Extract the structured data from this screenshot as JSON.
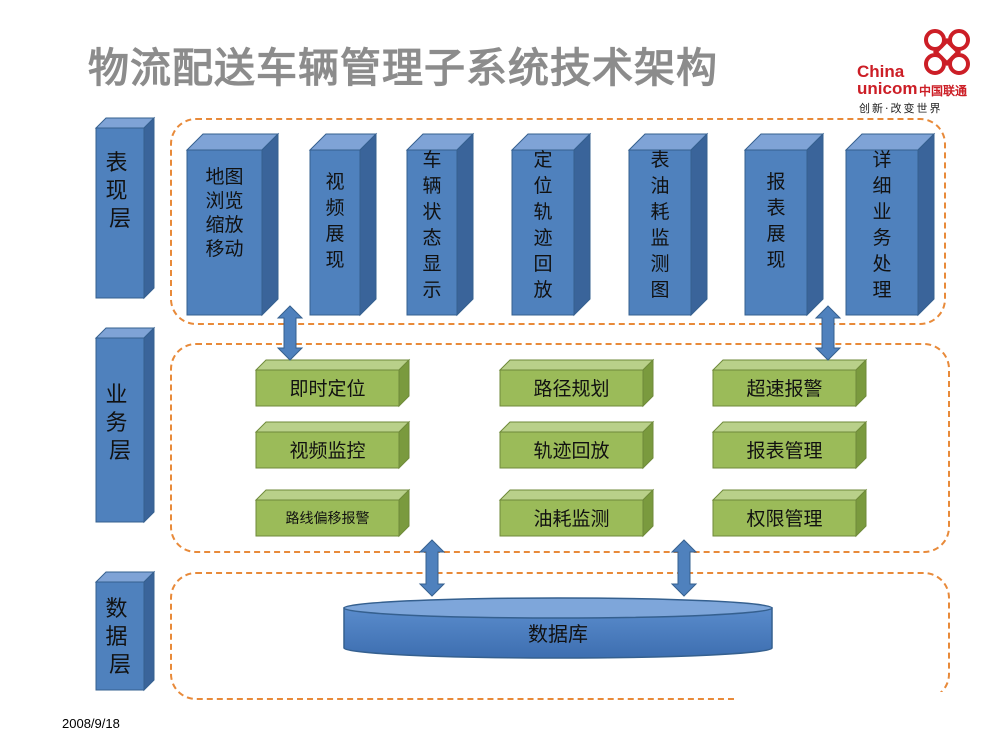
{
  "title": "物流配送车辆管理子系统技术架构",
  "logo": {
    "line1": "China",
    "line2": "unicom",
    "cn": "中国联通",
    "slogan": "创新·改变世界"
  },
  "date": "2008/9/18",
  "layers": {
    "presentation": "表现层",
    "business": "业务层",
    "data": "数据层"
  },
  "presentation_boxes": [
    "地图浏览缩放移动",
    "视频展现",
    "车辆状态显示",
    "定位轨迹回放",
    "表油耗监测图",
    "报表展现",
    "详细业务处理"
  ],
  "business_boxes": {
    "col1": [
      "即时定位",
      "视频监控",
      "路线偏移报警"
    ],
    "col2": [
      "路径规划",
      "轨迹回放",
      "油耗监测"
    ],
    "col3": [
      "超速报警",
      "报表管理",
      "权限管理"
    ]
  },
  "database": "数据库",
  "colors": {
    "layer_blue": "#4f81bd",
    "box_green": "#9bbb59",
    "dash_orange": "#e88a3a",
    "logo_red": "#cc1e26"
  }
}
